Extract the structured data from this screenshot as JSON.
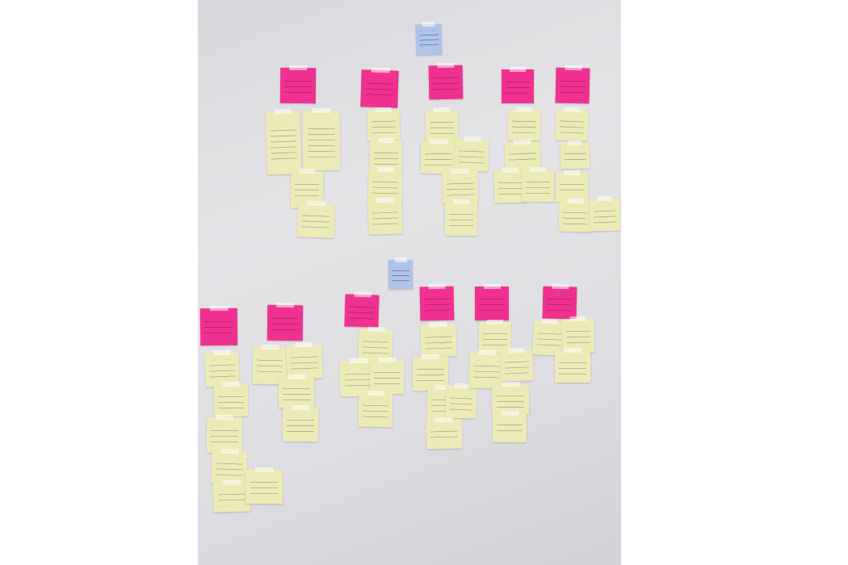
{
  "photo": {
    "colors": {
      "wall": "#dedde1",
      "pink_note": "#f0318f",
      "yellow_note": "#ecebb7",
      "blue_note": "#aec4e8",
      "background": "#ffffff"
    },
    "note_kinds": [
      "question",
      "category",
      "idea"
    ]
  }
}
